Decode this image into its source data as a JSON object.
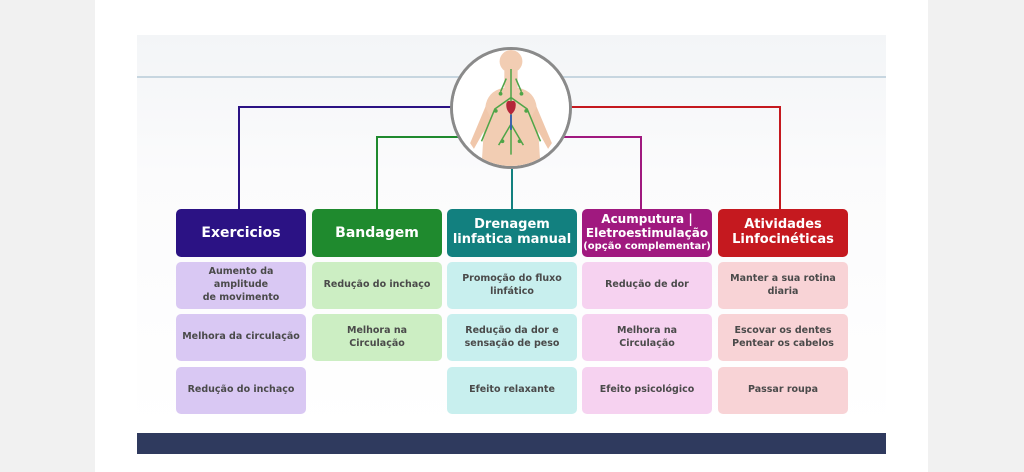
{
  "colors": {
    "exercicios": "#2b1284",
    "bandagem": "#1f8a2e",
    "drenagem": "#12807f",
    "acupuntura": "#a0197f",
    "atividades": "#c5191f",
    "footer": "#2f3a5e"
  },
  "center": {
    "icon": "human-lymphatic-system-figure"
  },
  "columns": [
    {
      "id": "exercicios",
      "title_lines": [
        "Exercicios"
      ],
      "items": [
        [
          "Aumento da amplitude",
          "de movimento"
        ],
        [
          "Melhora da circulação"
        ],
        [
          "Redução do inchaço"
        ]
      ]
    },
    {
      "id": "bandagem",
      "title_lines": [
        "Bandagem"
      ],
      "items": [
        [
          "Redução do inchaço"
        ],
        [
          "Melhora na Circulação"
        ]
      ]
    },
    {
      "id": "drenagem",
      "title_lines": [
        "Drenagem",
        "linfatica manual"
      ],
      "items": [
        [
          "Promoção do fluxo",
          "linfático"
        ],
        [
          "Redução da dor e",
          "sensação de peso"
        ],
        [
          "Efeito relaxante"
        ]
      ]
    },
    {
      "id": "acupuntura",
      "title_lines": [
        "Acumputura |",
        "Eletroestimulação",
        "(opção complementar)"
      ],
      "items": [
        [
          "Redução de dor"
        ],
        [
          "Melhora na Circulação"
        ],
        [
          "Efeito psicológico"
        ]
      ]
    },
    {
      "id": "atividades",
      "title_lines": [
        "Atividades",
        "Linfocinéticas"
      ],
      "items": [
        [
          "Manter a sua rotina",
          "diaria"
        ],
        [
          "Escovar os dentes",
          "Pentear os cabelos"
        ],
        [
          "Passar roupa"
        ]
      ]
    }
  ]
}
